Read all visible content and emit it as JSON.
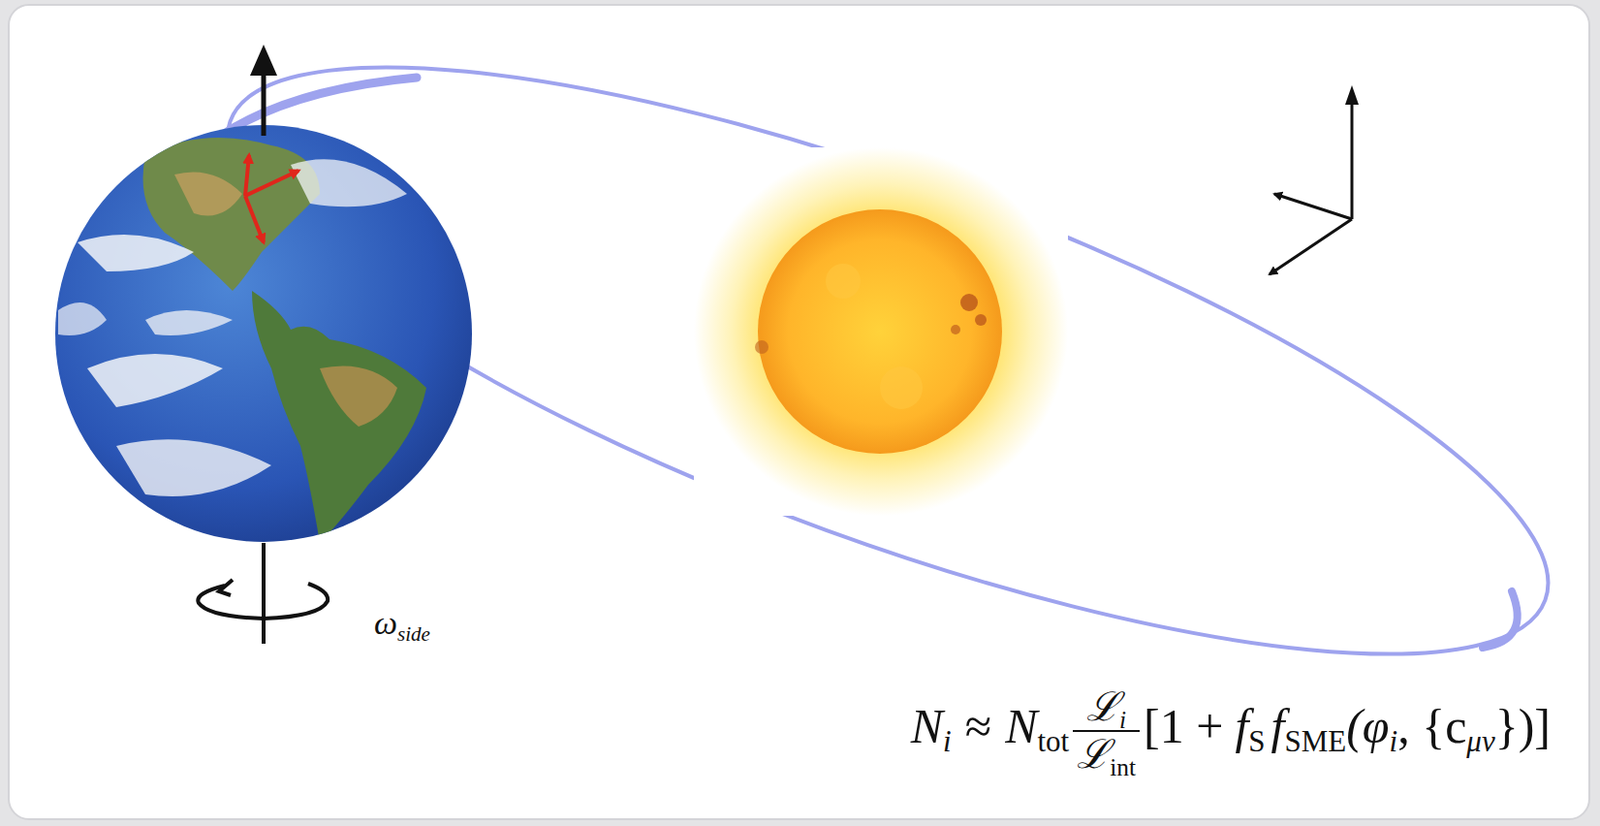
{
  "diagram": {
    "labels": [
      "ω",
      "side",
      "N",
      "i",
      "≈",
      "N",
      "tot",
      "ℒ",
      "i",
      "ℒ",
      "int",
      "[1 +",
      "f",
      "S",
      "f",
      "SME",
      "(φ",
      "i",
      ", {c",
      "μν",
      "})]"
    ]
  }
}
